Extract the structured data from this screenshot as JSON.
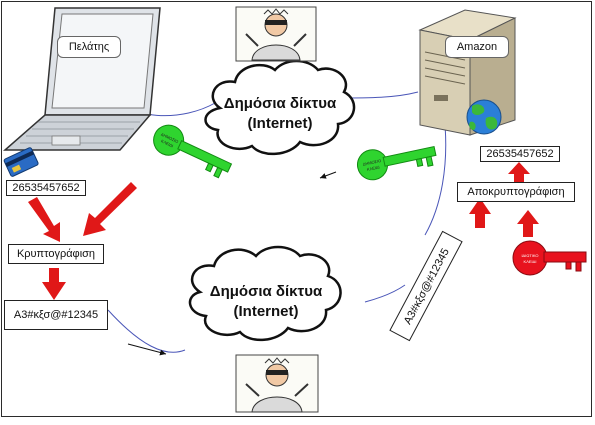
{
  "labels": {
    "client": "Πελάτης",
    "server": "Amazon",
    "card_number_left": "26535457652",
    "card_number_right": "26535457652",
    "encryption": "Κρυπτογράφιση",
    "decryption": "Αποκρυπτογράφιση",
    "cipher_left": "Α3#κξσ@#12345",
    "cipher_rotated": "Α3#κξσ@#12345"
  },
  "clouds": {
    "top": {
      "line1": "Δημόσια δίκτυα",
      "line2": "(Internet)"
    },
    "bottom": {
      "line1": "Δημόσια δίκτυα",
      "line2": "(Internet)"
    }
  },
  "keys": {
    "public_left": {
      "line1": "ΔΗΜΟΣΙΟ",
      "line2": "ΚΛΕΙΔΙ"
    },
    "public_right": {
      "line1": "ΔΗΜΟΣΙΟ",
      "line2": "ΚΛΕΙΔΙ"
    },
    "private": {
      "line1": "ΙΔΙΩΤΙΚΟ",
      "line2": "ΚΛΕΙΔΙ"
    }
  },
  "colors": {
    "arrow_red": "#e01818",
    "key_green": "#2fd42f",
    "key_red": "#e8121e",
    "link_blue": "#4a56b8"
  },
  "icons": [
    "laptop-icon",
    "server-icon",
    "globe-icon",
    "credit-card-icon",
    "hacker-icon",
    "key-icon"
  ]
}
